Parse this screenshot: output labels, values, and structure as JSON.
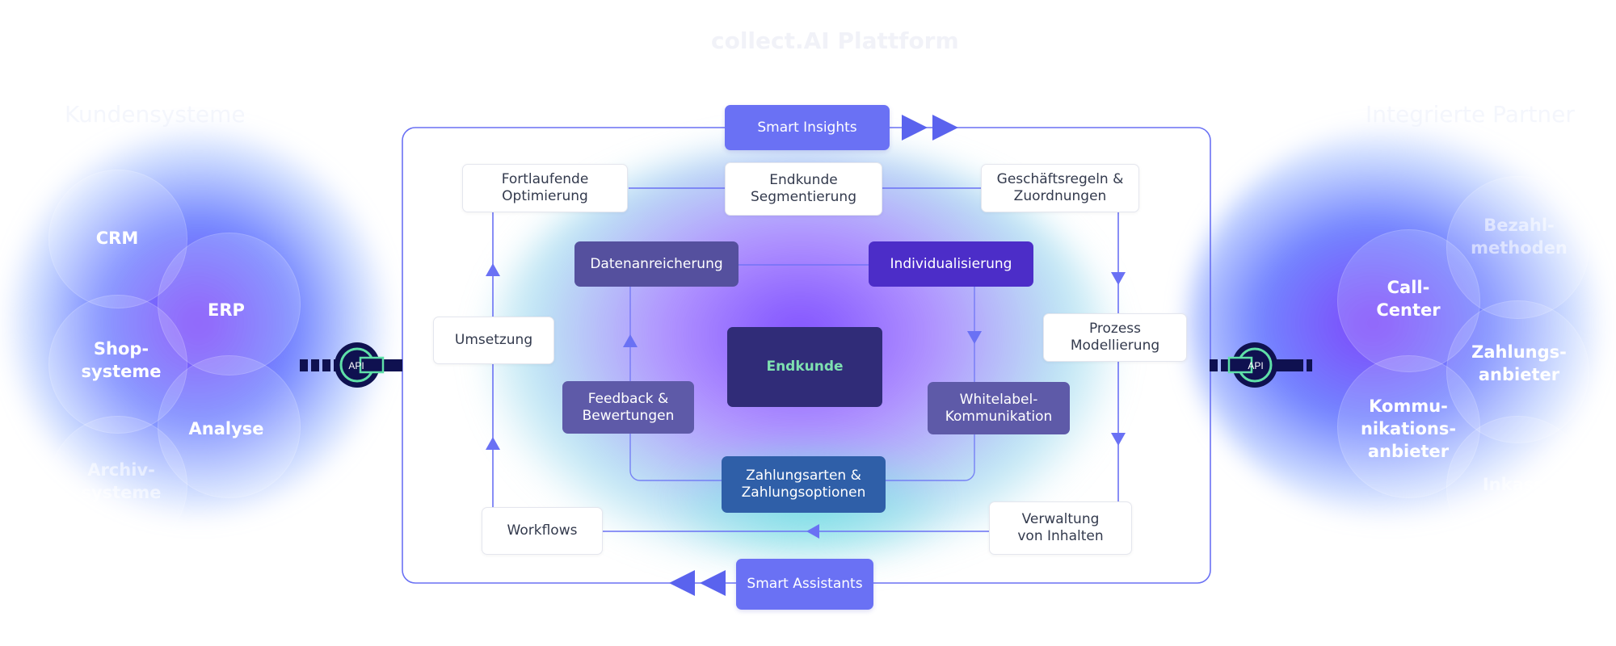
{
  "header": {
    "title": "collect.AI Plattform",
    "left_heading": "Kundensysteme",
    "right_heading": "Integrierte Partner"
  },
  "left_systems": [
    "CRM",
    "ERP",
    "Shop-\nsysteme",
    "Analyse",
    "Archiv-\nsysteme"
  ],
  "right_partners": [
    "Bezahl-\nmethoden",
    "Call-\nCenter",
    "Zahlungs-\nanbieter",
    "Kommu-\nnikations-\nanbieter",
    "Inkasso"
  ],
  "api_label": "API",
  "flow": {
    "smart_insights": "Smart Insights",
    "smart_assistants": "Smart Assistants",
    "fortlaufende_optimierung": "Fortlaufende\nOptimierung",
    "endkunde_segmentierung": "Endkunde\nSegmentierung",
    "geschaeftsregeln": "Geschäftsregeln &\nZuordnungen",
    "umsetzung": "Umsetzung",
    "prozess_modellierung": "Prozess\nModellierung",
    "workflows": "Workflows",
    "verwaltung_inhalten": "Verwaltung\nvon Inhalten"
  },
  "inner": {
    "datenanreicherung": "Datenanreicherung",
    "individualisierung": "Individualisierung",
    "endkunde": "Endkunde",
    "feedback": "Feedback &\nBewertungen",
    "whitelabel": "Whitelabel-\nKommunikation",
    "zahlungsarten": "Zahlungsarten &\nZahlungsoptionen"
  },
  "colors": {
    "line": "#6a71f4",
    "api_dark": "#0f1150",
    "api_ring": "#5fe0a8"
  }
}
